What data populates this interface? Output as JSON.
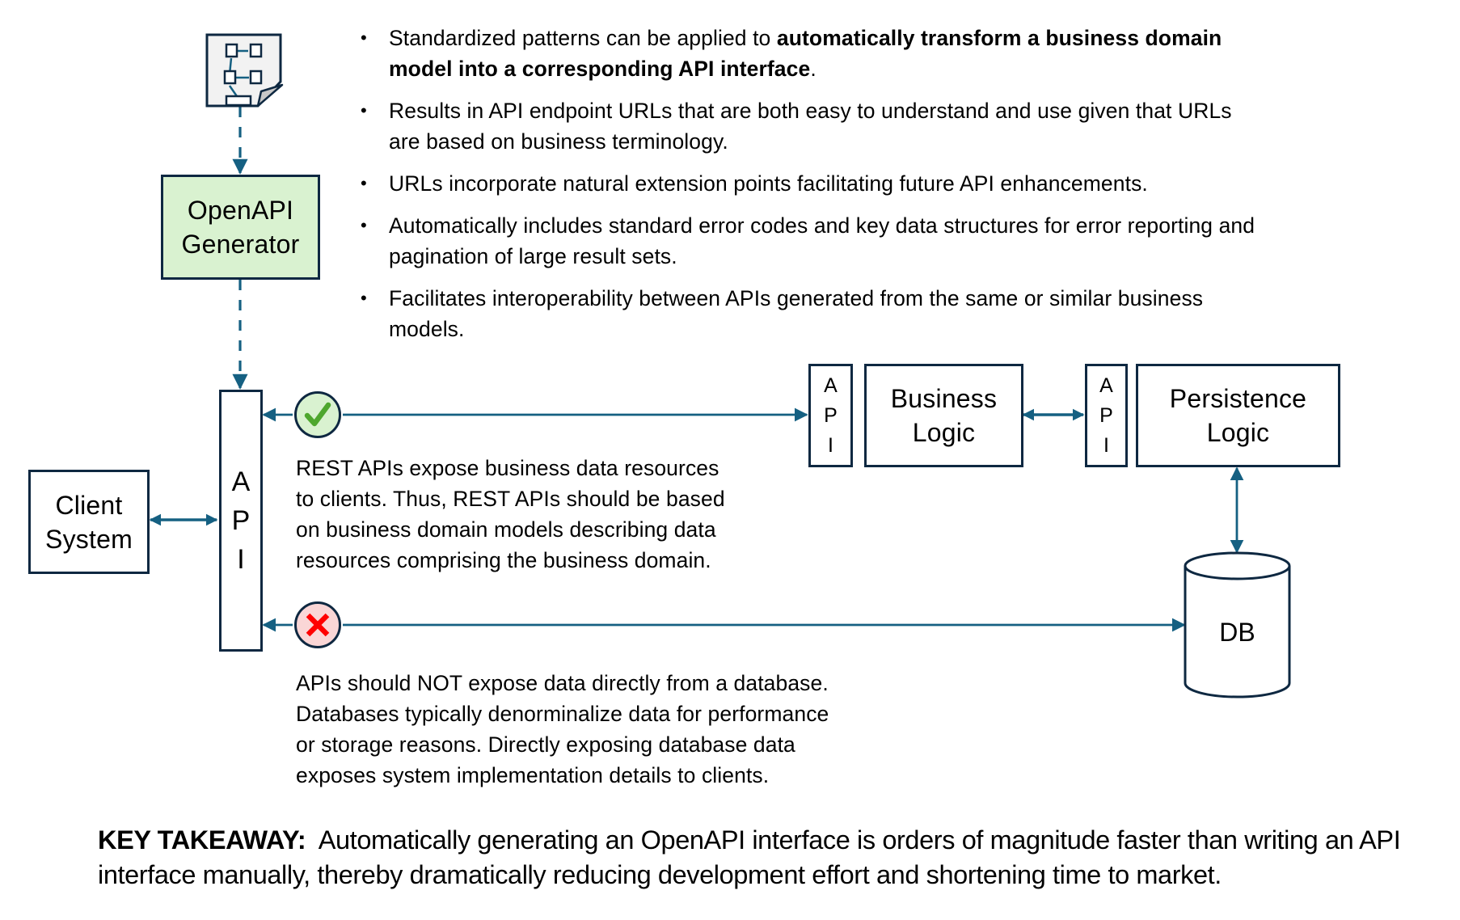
{
  "colors": {
    "connector": "#156082",
    "border": "#0e2841",
    "generator_fill": "#d9f2d0",
    "ok_fill": "#d9f2d0",
    "ok_mark": "#4ea72e",
    "bad_fill": "#fad6d6",
    "bad_mark": "#ff0000"
  },
  "model_document": {
    "icon": "domain-model-document-icon"
  },
  "generator": {
    "label": "OpenAPI\nGenerator"
  },
  "client": {
    "label": "Client\nSystem"
  },
  "api_main": {
    "letters": [
      "A",
      "P",
      "I"
    ]
  },
  "api_business": {
    "letters": [
      "A",
      "P",
      "I"
    ]
  },
  "api_persistence": {
    "letters": [
      "A",
      "P",
      "I"
    ]
  },
  "business_logic": {
    "label": "Business\nLogic"
  },
  "persistence_logic": {
    "label": "Persistence\nLogic"
  },
  "database": {
    "label": "DB"
  },
  "status_icons": {
    "ok": "checkmark-icon",
    "bad": "x-mark-icon"
  },
  "bullets": [
    {
      "text_before": "Standardized patterns can be applied to ",
      "bold": "automatically transform a business domain model into a corresponding API interface",
      "text_after": "."
    },
    {
      "text_before": "Results in API endpoint URLs that are both easy to understand and use given that URLs are based on business terminology.",
      "bold": "",
      "text_after": ""
    },
    {
      "text_before": "URLs incorporate natural extension points facilitating future API enhancements.",
      "bold": "",
      "text_after": ""
    },
    {
      "text_before": "Automatically includes standard error codes and key data structures for error reporting and pagination of large result sets.",
      "bold": "",
      "text_after": ""
    },
    {
      "text_before": "Facilitates interoperability between APIs generated from the same or similar business models.",
      "bold": "",
      "text_after": ""
    }
  ],
  "good_path_note": "REST APIs expose business data resources\nto clients.  Thus, REST APIs should be based\non business domain models describing data\nresources comprising the business domain.",
  "bad_path_note": "APIs should NOT expose data directly from a database.\nDatabases typically denorminalize data for performance\nor storage reasons.  Directly exposing database data\nexposes system implementation details to clients.",
  "takeaway": {
    "label": "KEY TAKEAWAY:",
    "text": "  Automatically generating an OpenAPI interface is orders of magnitude faster than writing an API interface manually, thereby dramatically reducing development effort and shortening time to market."
  }
}
